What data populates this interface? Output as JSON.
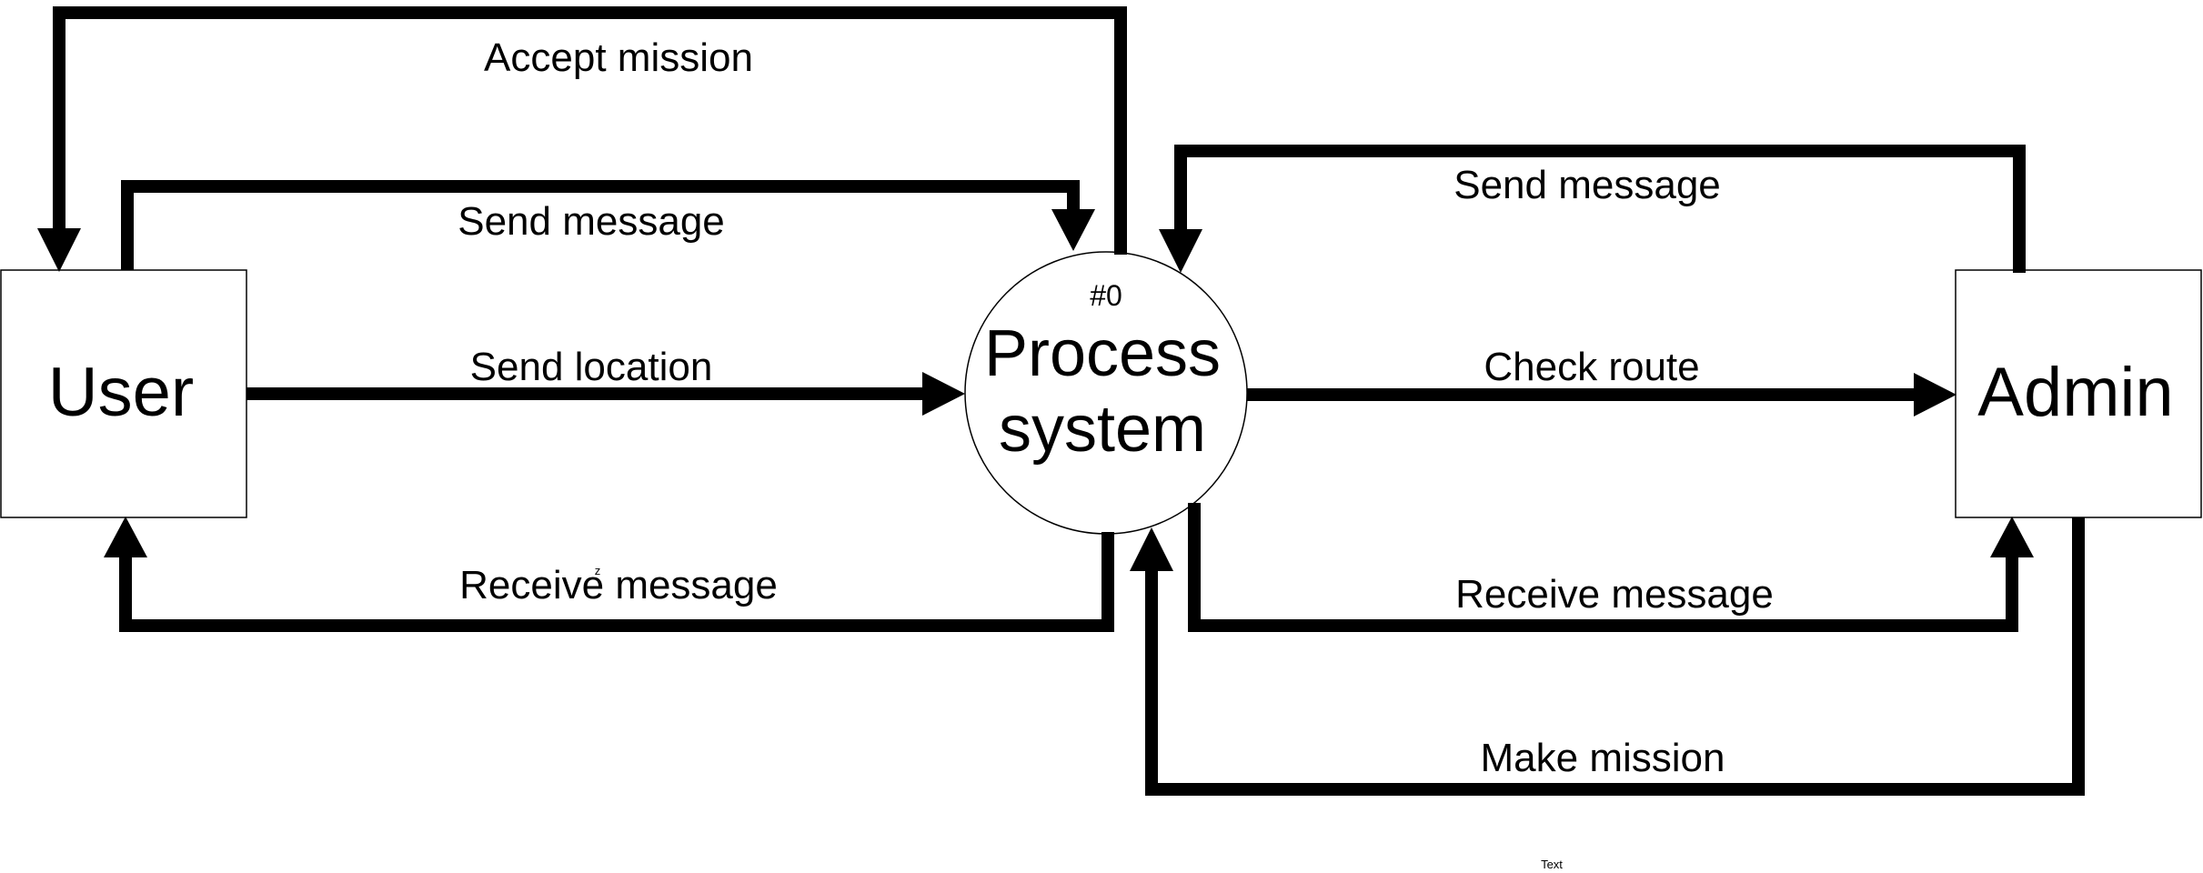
{
  "entities": {
    "user": {
      "label": "User"
    },
    "admin": {
      "label": "Admin"
    }
  },
  "process": {
    "id": "#0",
    "line1": "Process",
    "line2": "system"
  },
  "flows": {
    "accept_mission": "Accept mission",
    "user_send_message": "Send message",
    "send_location": "Send location",
    "user_receive_message": "Receive message",
    "admin_send_message": "Send message",
    "check_route": "Check route",
    "admin_receive_message": "Receive message",
    "make_mission": "Make mission"
  },
  "stray_marks": {
    "z_mark": "z",
    "text_placeholder": "Text"
  }
}
